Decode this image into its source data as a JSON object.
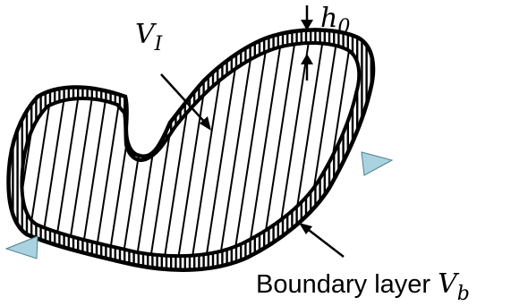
{
  "labels": {
    "interior_volume": {
      "main": "V",
      "sub": "I"
    },
    "thickness": {
      "main": "h",
      "sub": "0"
    },
    "boundary_layer_text": "Boundary layer ",
    "boundary_layer_symbol": {
      "main": "V",
      "sub": "b"
    }
  },
  "colors": {
    "ink": "#000000",
    "background": "#ffffff",
    "support": "#a9d3e0",
    "support_stroke": "#4f7f8c"
  },
  "icons": {
    "supports": "triangle-support-icon",
    "arrows": "arrow-icon"
  }
}
